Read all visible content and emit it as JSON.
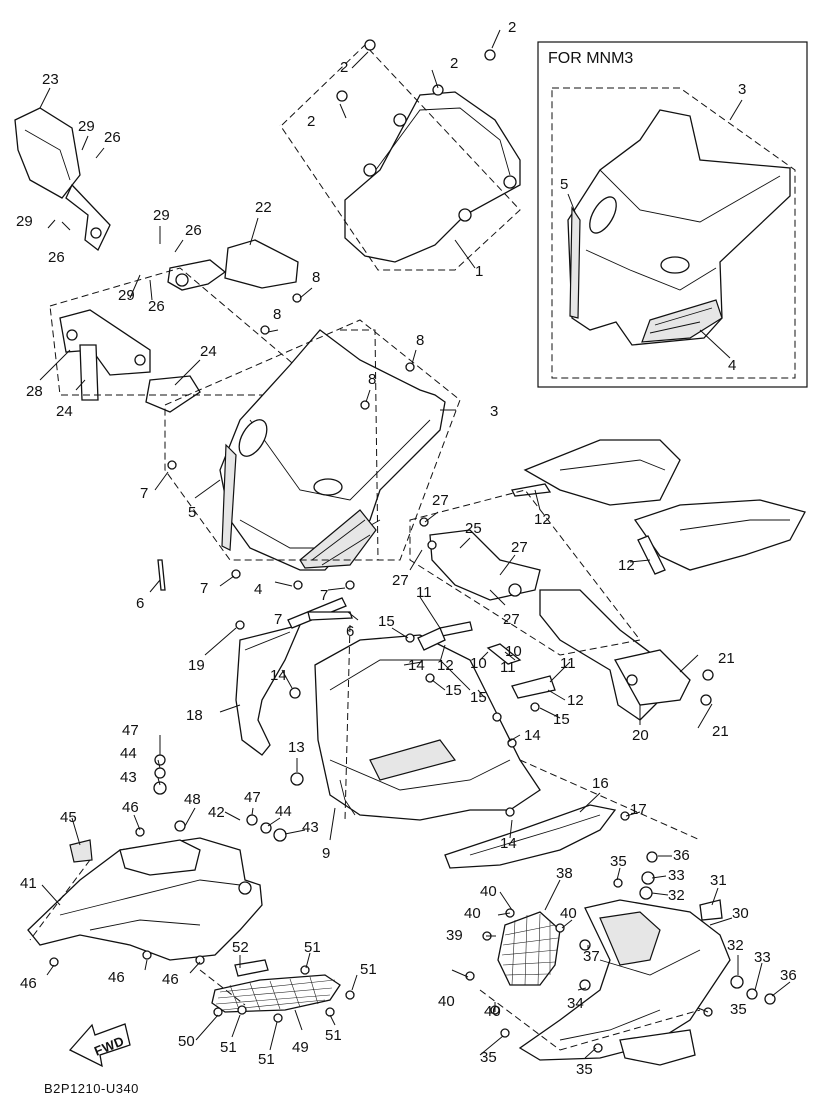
{
  "inset": {
    "label": "FOR MNM3",
    "parts": [
      "3",
      "5",
      "4"
    ]
  },
  "diagram_code": "B2P1210-U340",
  "fwd_label": "FWD",
  "callouts": {
    "c2a": "2",
    "c2b": "2",
    "c2c": "2",
    "c2d": "2",
    "c1": "1",
    "c23": "23",
    "c29a": "29",
    "c26a": "26",
    "c29b": "29",
    "c26b": "26",
    "c22": "22",
    "c29c": "29",
    "c26c": "26",
    "c29d": "29",
    "c26d": "26",
    "c8a": "8",
    "c8b": "8",
    "c8c": "8",
    "c8d": "8",
    "c28": "28",
    "c24a": "24",
    "c24b": "24",
    "c3": "3",
    "c7a": "7",
    "c5": "5",
    "c12a": "12",
    "c12b": "12",
    "c27a": "27",
    "c25": "25",
    "c27b": "27",
    "c27c": "27",
    "c27d": "27",
    "c6a": "6",
    "c7b": "7",
    "c4": "4",
    "c7c": "7",
    "c7d": "7",
    "c11a": "11",
    "c6b": "6",
    "c15a": "15",
    "c19": "19",
    "c14a": "14",
    "c14b": "14",
    "c12c": "12",
    "c10a": "10",
    "c10b": "10",
    "c11b": "11",
    "c11c": "11",
    "c21a": "21",
    "c18": "18",
    "c15b": "15",
    "c15c": "15",
    "c15d": "15",
    "c12d": "12",
    "c20": "20",
    "c21b": "21",
    "c47a": "47",
    "c44a": "44",
    "c43a": "43",
    "c13": "13",
    "c14c": "14",
    "c16": "16",
    "c48": "48",
    "c46a": "46",
    "c47b": "47",
    "c42": "42",
    "c44b": "44",
    "c43b": "43",
    "c45": "45",
    "c9": "9",
    "c17": "17",
    "c14d": "14",
    "c35a": "35",
    "c36a": "36",
    "c33a": "33",
    "c32a": "32",
    "c41": "41",
    "c38": "38",
    "c31": "31",
    "c40a": "40",
    "c40b": "40",
    "c40c": "40",
    "c30": "30",
    "c39": "39",
    "c37": "37",
    "c52": "52",
    "c51a": "51",
    "c46b": "46",
    "c46c": "46",
    "c46d": "46",
    "c51b": "51",
    "c32b": "32",
    "c33b": "33",
    "c36b": "36",
    "c40d": "40",
    "c34": "34",
    "c40e": "40",
    "c35b": "35",
    "c50": "50",
    "c51c": "51",
    "c49": "49",
    "c51d": "51",
    "c51e": "51",
    "c35c": "35",
    "c35d": "35",
    "i3": "3",
    "i5": "5",
    "i4": "4"
  }
}
